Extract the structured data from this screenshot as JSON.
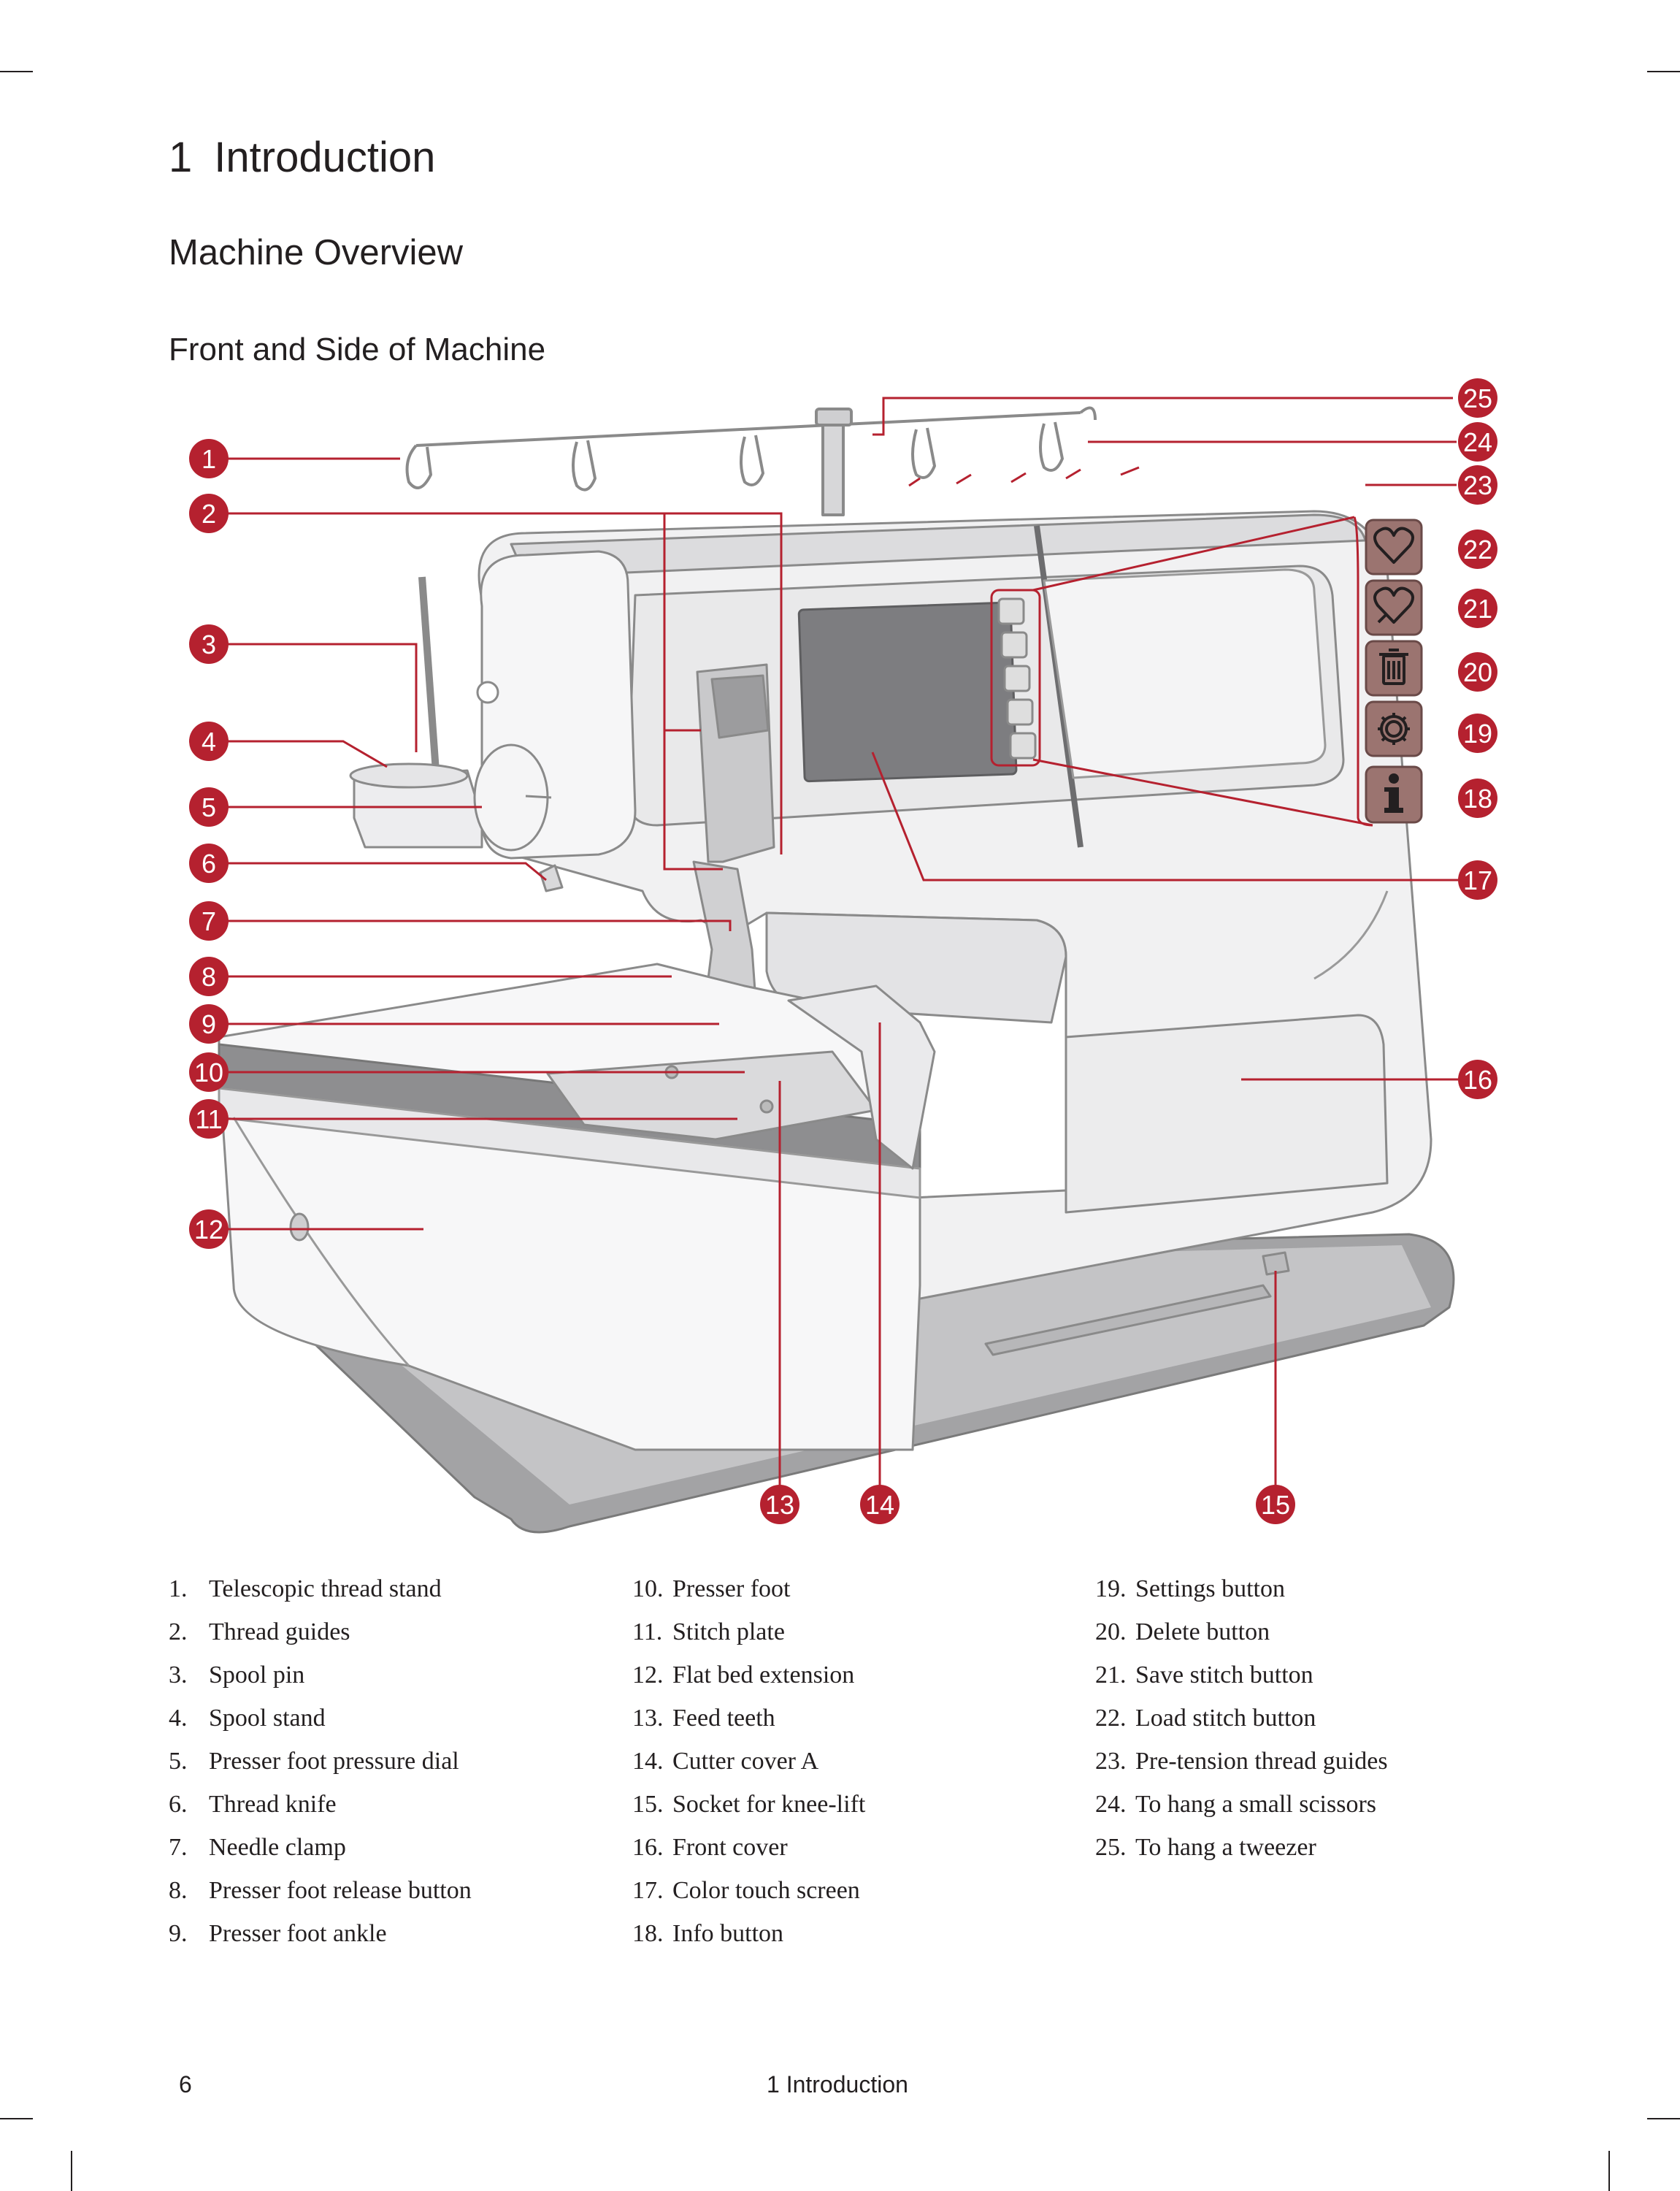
{
  "header": {
    "chapter_number": "1",
    "chapter_title": "Introduction",
    "section_title": "Machine Overview",
    "subsection_title": "Front and Side of Machine"
  },
  "figure": {
    "callouts": [
      "1",
      "2",
      "3",
      "4",
      "5",
      "6",
      "7",
      "8",
      "9",
      "10",
      "11",
      "12",
      "13",
      "14",
      "15",
      "16",
      "17",
      "18",
      "19",
      "20",
      "21",
      "22",
      "23",
      "24",
      "25"
    ],
    "accent_color": "#b5212f",
    "button_fill": "#9b7470",
    "icons": [
      "heart-icon",
      "heart-edit-icon",
      "trash-icon",
      "gear-icon",
      "info-icon"
    ]
  },
  "parts": [
    {
      "num": "1.",
      "label": "Telescopic thread stand"
    },
    {
      "num": "2.",
      "label": "Thread guides"
    },
    {
      "num": "3.",
      "label": "Spool pin"
    },
    {
      "num": "4.",
      "label": "Spool stand"
    },
    {
      "num": "5.",
      "label": "Presser foot pressure dial"
    },
    {
      "num": "6.",
      "label": "Thread knife"
    },
    {
      "num": "7.",
      "label": "Needle clamp"
    },
    {
      "num": "8.",
      "label": "Presser foot release button"
    },
    {
      "num": "9.",
      "label": "Presser foot ankle"
    },
    {
      "num": "10.",
      "label": "Presser foot"
    },
    {
      "num": "11.",
      "label": "Stitch plate"
    },
    {
      "num": "12.",
      "label": "Flat bed extension"
    },
    {
      "num": "13.",
      "label": "Feed teeth"
    },
    {
      "num": "14.",
      "label": "Cutter cover A"
    },
    {
      "num": "15.",
      "label": "Socket for knee-lift"
    },
    {
      "num": "16.",
      "label": "Front cover"
    },
    {
      "num": "17.",
      "label": "Color touch screen"
    },
    {
      "num": "18.",
      "label": "Info button"
    },
    {
      "num": "19.",
      "label": "Settings button"
    },
    {
      "num": "20.",
      "label": "Delete button"
    },
    {
      "num": "21.",
      "label": "Save stitch button"
    },
    {
      "num": "22.",
      "label": "Load stitch button"
    },
    {
      "num": "23.",
      "label": "Pre-tension thread guides"
    },
    {
      "num": "24.",
      "label": "To hang a small scissors"
    },
    {
      "num": "25.",
      "label": "To hang a tweezer"
    }
  ],
  "footer": {
    "page_number": "6",
    "section": "1 Introduction"
  }
}
